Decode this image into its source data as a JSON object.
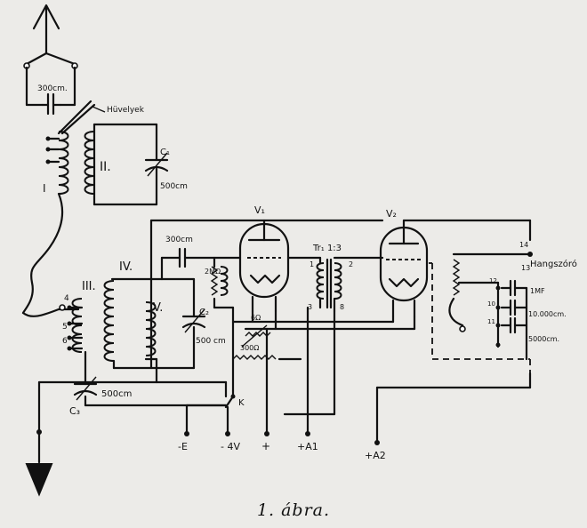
{
  "diagram": {
    "labels": {
      "c_300": "300cm.",
      "huvelyek": "Hüvelyek",
      "coil_i": "I",
      "coil_ii": "II.",
      "c1": "C₁",
      "c1_value": "500cm",
      "v1": "V₁",
      "v2": "V₂",
      "tr": "Tr₁ 1:3",
      "c_300b": "300cm",
      "meg": "2MΩ",
      "coil_iv": "IV.",
      "coil_iii": "III.",
      "coil_v": "V.",
      "c2": "C₂",
      "c2_value": "500 cm",
      "rh": "6Ω",
      "pot": "300Ω",
      "c3": "C₃",
      "c3_value": "500cm",
      "k": "K",
      "hangszoro": "Hangszóró",
      "c_1mf": "1MF",
      "c_10000": "10.000cm.",
      "c_5000": "5000cm.",
      "t_4": "4",
      "t_5": "5",
      "t_6": "6",
      "t_8": "8",
      "t_12": "12",
      "t_13": "13",
      "t_14": "14",
      "t_3": "3",
      "t_2": "2",
      "t_1": "1",
      "t_10": "10",
      "t_11": "11",
      "minus_e": "-E",
      "minus_4v": "- 4V",
      "plus": "+",
      "plus_a1": "+A1",
      "plus_a2": "+A2"
    },
    "caption": "1. ábra."
  }
}
